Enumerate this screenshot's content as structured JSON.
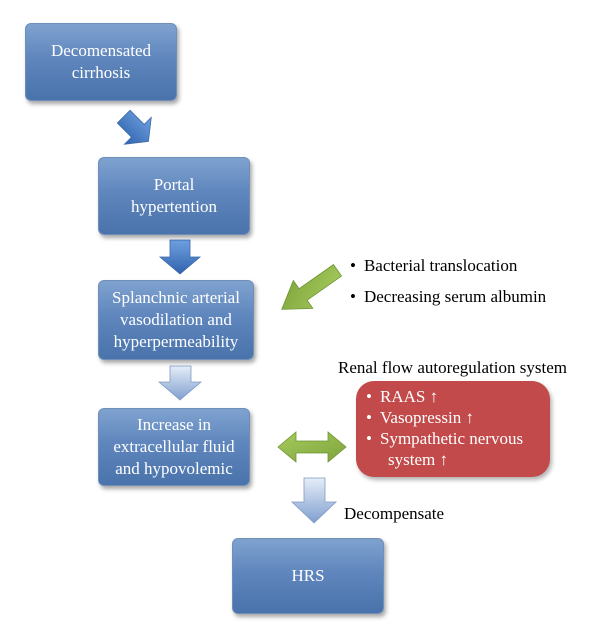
{
  "boxes": {
    "cirrhosis": "Decomensated\ncirrhosis",
    "portal": "Portal\nhypertention",
    "splanchnic": "Splanchnic arterial\nvasodilation and\nhyperpermeability",
    "ecf": "Increase in\nextracellular fluid\nand hypovolemic",
    "hrs": "HRS"
  },
  "factors": [
    "Bacterial translocation",
    "Decreasing serum albumin"
  ],
  "renal": {
    "title": "Renal flow autoregulation system",
    "items": [
      "RAAS ↑",
      "Vasopressin ↑",
      "Sympathetic nervous",
      "system ↑"
    ]
  },
  "decompensate_label": "Decompensate",
  "colors": {
    "box_blue": "#5f86bd",
    "renal_red": "#c24a4a",
    "arrow_green": "#8db346",
    "arrow_blue": "#4a7cc4"
  }
}
